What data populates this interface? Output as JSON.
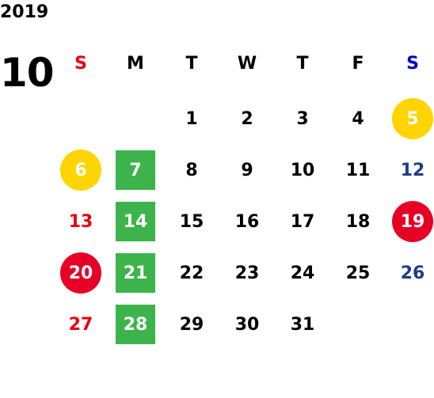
{
  "calendar": {
    "year": "2019",
    "month": "10",
    "weekdays": [
      {
        "label": "S",
        "color": "#e60012"
      },
      {
        "label": "M",
        "color": "#000000"
      },
      {
        "label": "T",
        "color": "#000000"
      },
      {
        "label": "W",
        "color": "#000000"
      },
      {
        "label": "T",
        "color": "#000000"
      },
      {
        "label": "F",
        "color": "#000000"
      },
      {
        "label": "S",
        "color": "#0000cc"
      }
    ],
    "days": [
      {
        "day": "1",
        "col": 2,
        "row": 0,
        "style": "plain"
      },
      {
        "day": "2",
        "col": 3,
        "row": 0,
        "style": "plain"
      },
      {
        "day": "3",
        "col": 4,
        "row": 0,
        "style": "plain"
      },
      {
        "day": "4",
        "col": 5,
        "row": 0,
        "style": "plain"
      },
      {
        "day": "5",
        "col": 6,
        "row": 0,
        "style": "yellow-circle"
      },
      {
        "day": "6",
        "col": 0,
        "row": 1,
        "style": "yellow-circle"
      },
      {
        "day": "7",
        "col": 1,
        "row": 1,
        "style": "green-square"
      },
      {
        "day": "8",
        "col": 2,
        "row": 1,
        "style": "plain"
      },
      {
        "day": "9",
        "col": 3,
        "row": 1,
        "style": "plain"
      },
      {
        "day": "10",
        "col": 4,
        "row": 1,
        "style": "plain"
      },
      {
        "day": "11",
        "col": 5,
        "row": 1,
        "style": "plain"
      },
      {
        "day": "12",
        "col": 6,
        "row": 1,
        "style": "saturday"
      },
      {
        "day": "13",
        "col": 0,
        "row": 2,
        "style": "sunday"
      },
      {
        "day": "14",
        "col": 1,
        "row": 2,
        "style": "green-square"
      },
      {
        "day": "15",
        "col": 2,
        "row": 2,
        "style": "plain"
      },
      {
        "day": "16",
        "col": 3,
        "row": 2,
        "style": "plain"
      },
      {
        "day": "17",
        "col": 4,
        "row": 2,
        "style": "plain"
      },
      {
        "day": "18",
        "col": 5,
        "row": 2,
        "style": "plain"
      },
      {
        "day": "19",
        "col": 6,
        "row": 2,
        "style": "red-circle"
      },
      {
        "day": "20",
        "col": 0,
        "row": 3,
        "style": "red-circle"
      },
      {
        "day": "21",
        "col": 1,
        "row": 3,
        "style": "green-square"
      },
      {
        "day": "22",
        "col": 2,
        "row": 3,
        "style": "plain"
      },
      {
        "day": "23",
        "col": 3,
        "row": 3,
        "style": "plain"
      },
      {
        "day": "24",
        "col": 4,
        "row": 3,
        "style": "plain"
      },
      {
        "day": "25",
        "col": 5,
        "row": 3,
        "style": "plain"
      },
      {
        "day": "26",
        "col": 6,
        "row": 3,
        "style": "saturday"
      },
      {
        "day": "27",
        "col": 0,
        "row": 4,
        "style": "sunday"
      },
      {
        "day": "28",
        "col": 1,
        "row": 4,
        "style": "green-square"
      },
      {
        "day": "29",
        "col": 2,
        "row": 4,
        "style": "plain"
      },
      {
        "day": "30",
        "col": 3,
        "row": 4,
        "style": "plain"
      },
      {
        "day": "31",
        "col": 4,
        "row": 4,
        "style": "plain"
      }
    ]
  },
  "colors": {
    "sunday_text": "#e60012",
    "saturday_text": "#1f3c88",
    "plain_text": "#000000",
    "yellow_fill": "#ffd400",
    "red_fill": "#e60026",
    "green_fill": "#3cb44b",
    "highlight_text": "#ffffff"
  }
}
